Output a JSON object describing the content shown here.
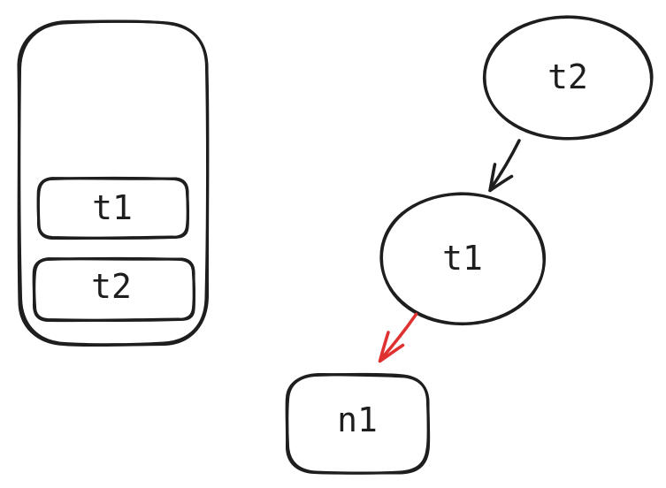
{
  "colors": {
    "background": "#ffffff",
    "ink": "#1e1e1e",
    "red_accent": "#e03131"
  },
  "diagram": {
    "stack": {
      "items": [
        {
          "label": "t1"
        },
        {
          "label": "t2"
        }
      ]
    },
    "graph": {
      "nodes": [
        {
          "id": "t2",
          "shape": "ellipse",
          "label": "t2"
        },
        {
          "id": "t1",
          "shape": "ellipse",
          "label": "t1"
        },
        {
          "id": "n1",
          "shape": "rounded-rectangle",
          "label": "n1"
        }
      ],
      "edges": [
        {
          "from": "t2",
          "to": "t1",
          "style": "arrow",
          "color": "#1e1e1e"
        },
        {
          "from": "t1",
          "to": "n1",
          "style": "arrow",
          "color": "#e03131"
        }
      ]
    }
  }
}
